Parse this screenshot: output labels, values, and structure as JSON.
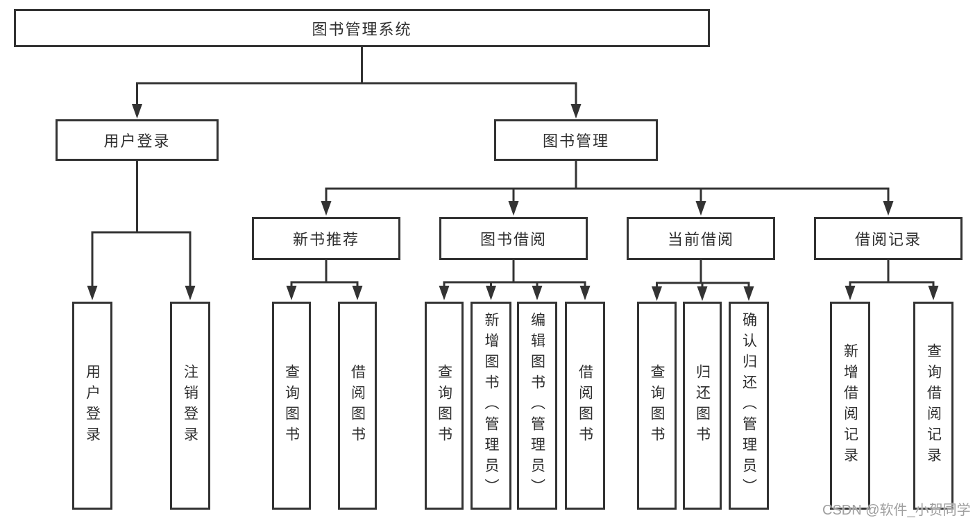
{
  "diagram": {
    "tree": {
      "root": {
        "label": "图书管理系统",
        "children": [
          {
            "label": "用户登录",
            "children": [
              {
                "label": "用户登录"
              },
              {
                "label": "注销登录"
              }
            ]
          },
          {
            "label": "图书管理",
            "children": [
              {
                "label": "新书推荐",
                "children": [
                  {
                    "label": "查询图书"
                  },
                  {
                    "label": "借阅图书"
                  }
                ]
              },
              {
                "label": "图书借阅",
                "children": [
                  {
                    "label": "查询图书"
                  },
                  {
                    "label": "新增图书（管理员）"
                  },
                  {
                    "label": "编辑图书（管理员）"
                  },
                  {
                    "label": "借阅图书"
                  }
                ]
              },
              {
                "label": "当前借阅",
                "children": [
                  {
                    "label": "查询图书"
                  },
                  {
                    "label": "归还图书"
                  },
                  {
                    "label": "确认归还（管理员）"
                  }
                ]
              },
              {
                "label": "借阅记录",
                "children": [
                  {
                    "label": "新增借阅记录"
                  },
                  {
                    "label": "查询借阅记录"
                  }
                ]
              }
            ]
          }
        ]
      }
    },
    "colors": {
      "line": "#333333",
      "box_border": "#333333",
      "box_fill": "#ffffff",
      "text": "#2f2f2f",
      "background": "#ffffff",
      "watermark_text": "#9f9f9f"
    }
  },
  "watermark": {
    "text": "CSDN @软件_小贺同学"
  }
}
